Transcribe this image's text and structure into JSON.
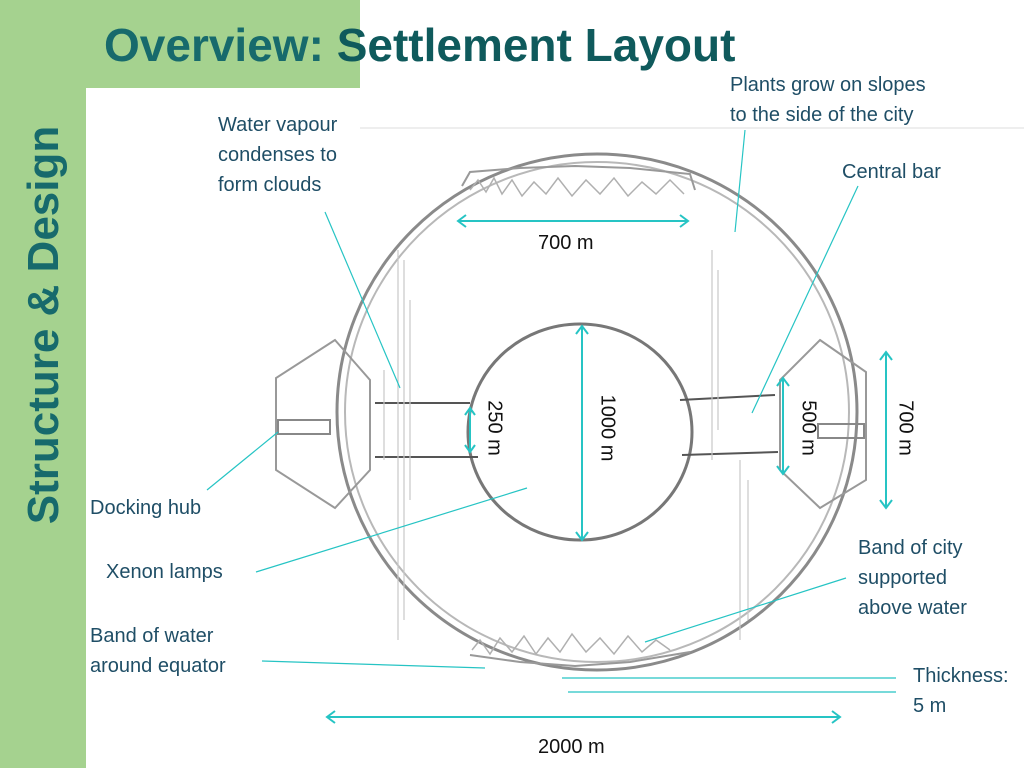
{
  "slide": {
    "side_title": "Structure & Design",
    "title_prefix": "Overview:",
    "title_main": "Settlement Layout"
  },
  "labels": {
    "plants": [
      "Plants grow on slopes",
      "to the side of the city"
    ],
    "water_vapour": [
      "Water vapour",
      "condenses to",
      "form clouds"
    ],
    "central_bar": "Central bar",
    "docking_hub": "Docking hub",
    "xenon_lamps": "Xenon lamps",
    "band_of_city": [
      "Band of city",
      "supported",
      "above water"
    ],
    "band_of_water": [
      "Band of water",
      "around equator"
    ],
    "thickness": [
      "Thickness:",
      "5 m"
    ]
  },
  "measurements": {
    "top_width": "700 m",
    "inner_diameter": "1000 m",
    "bar_gap": "250 m",
    "right_inner": "500 m",
    "right_outer": "700 m",
    "total_width": "2000 m"
  },
  "colors": {
    "sidebar_green": "#a5d28f",
    "title_teal": "#176a6c",
    "annotation_line": "#26c4c4",
    "label_text": "#1f4e66",
    "sketch": "#8a8a8a"
  }
}
